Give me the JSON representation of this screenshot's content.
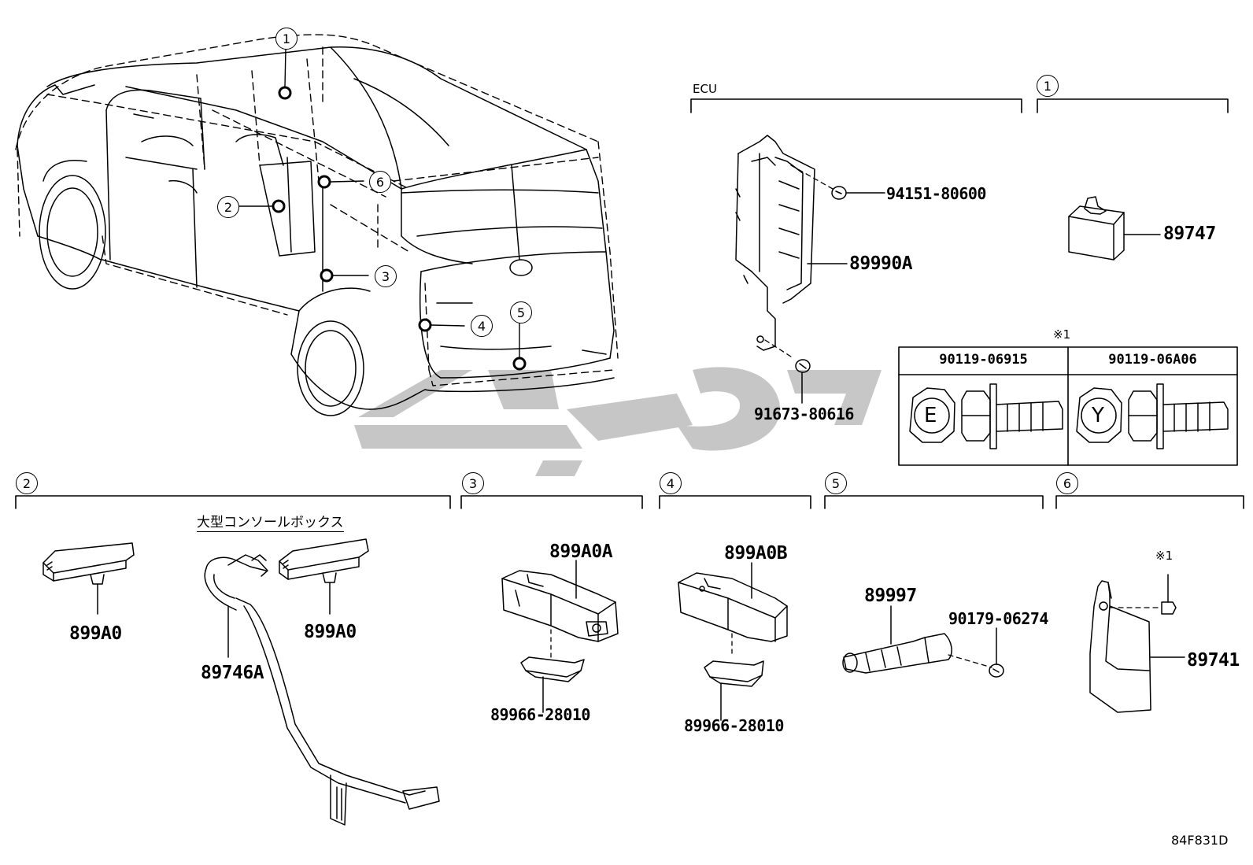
{
  "diagram": {
    "figure_code": "84F831D",
    "ecu_section_label": "ECU",
    "console_box_label": "大型コンソールボックス",
    "table_note": "※1",
    "callouts": [
      "1",
      "2",
      "3",
      "4",
      "5",
      "6"
    ],
    "parts": {
      "p94151": "94151-80600",
      "p89990A": "89990A",
      "p91673": "91673-80616",
      "p89747": "89747",
      "p899A0_left": "899A0",
      "p899A0_right": "899A0",
      "p89746A": "89746A",
      "p899A0A": "899A0A",
      "p89966_a": "89966-28010",
      "p899A0B": "899A0B",
      "p89966_b": "89966-28010",
      "p89997": "89997",
      "p90179": "90179-06274",
      "p89741": "89741",
      "p89741_note": "※1"
    },
    "bolt_table": {
      "col1_header": "90119-06915",
      "col2_header": "90119-06A06",
      "col1_mark": "E",
      "col2_mark": "Y"
    }
  }
}
